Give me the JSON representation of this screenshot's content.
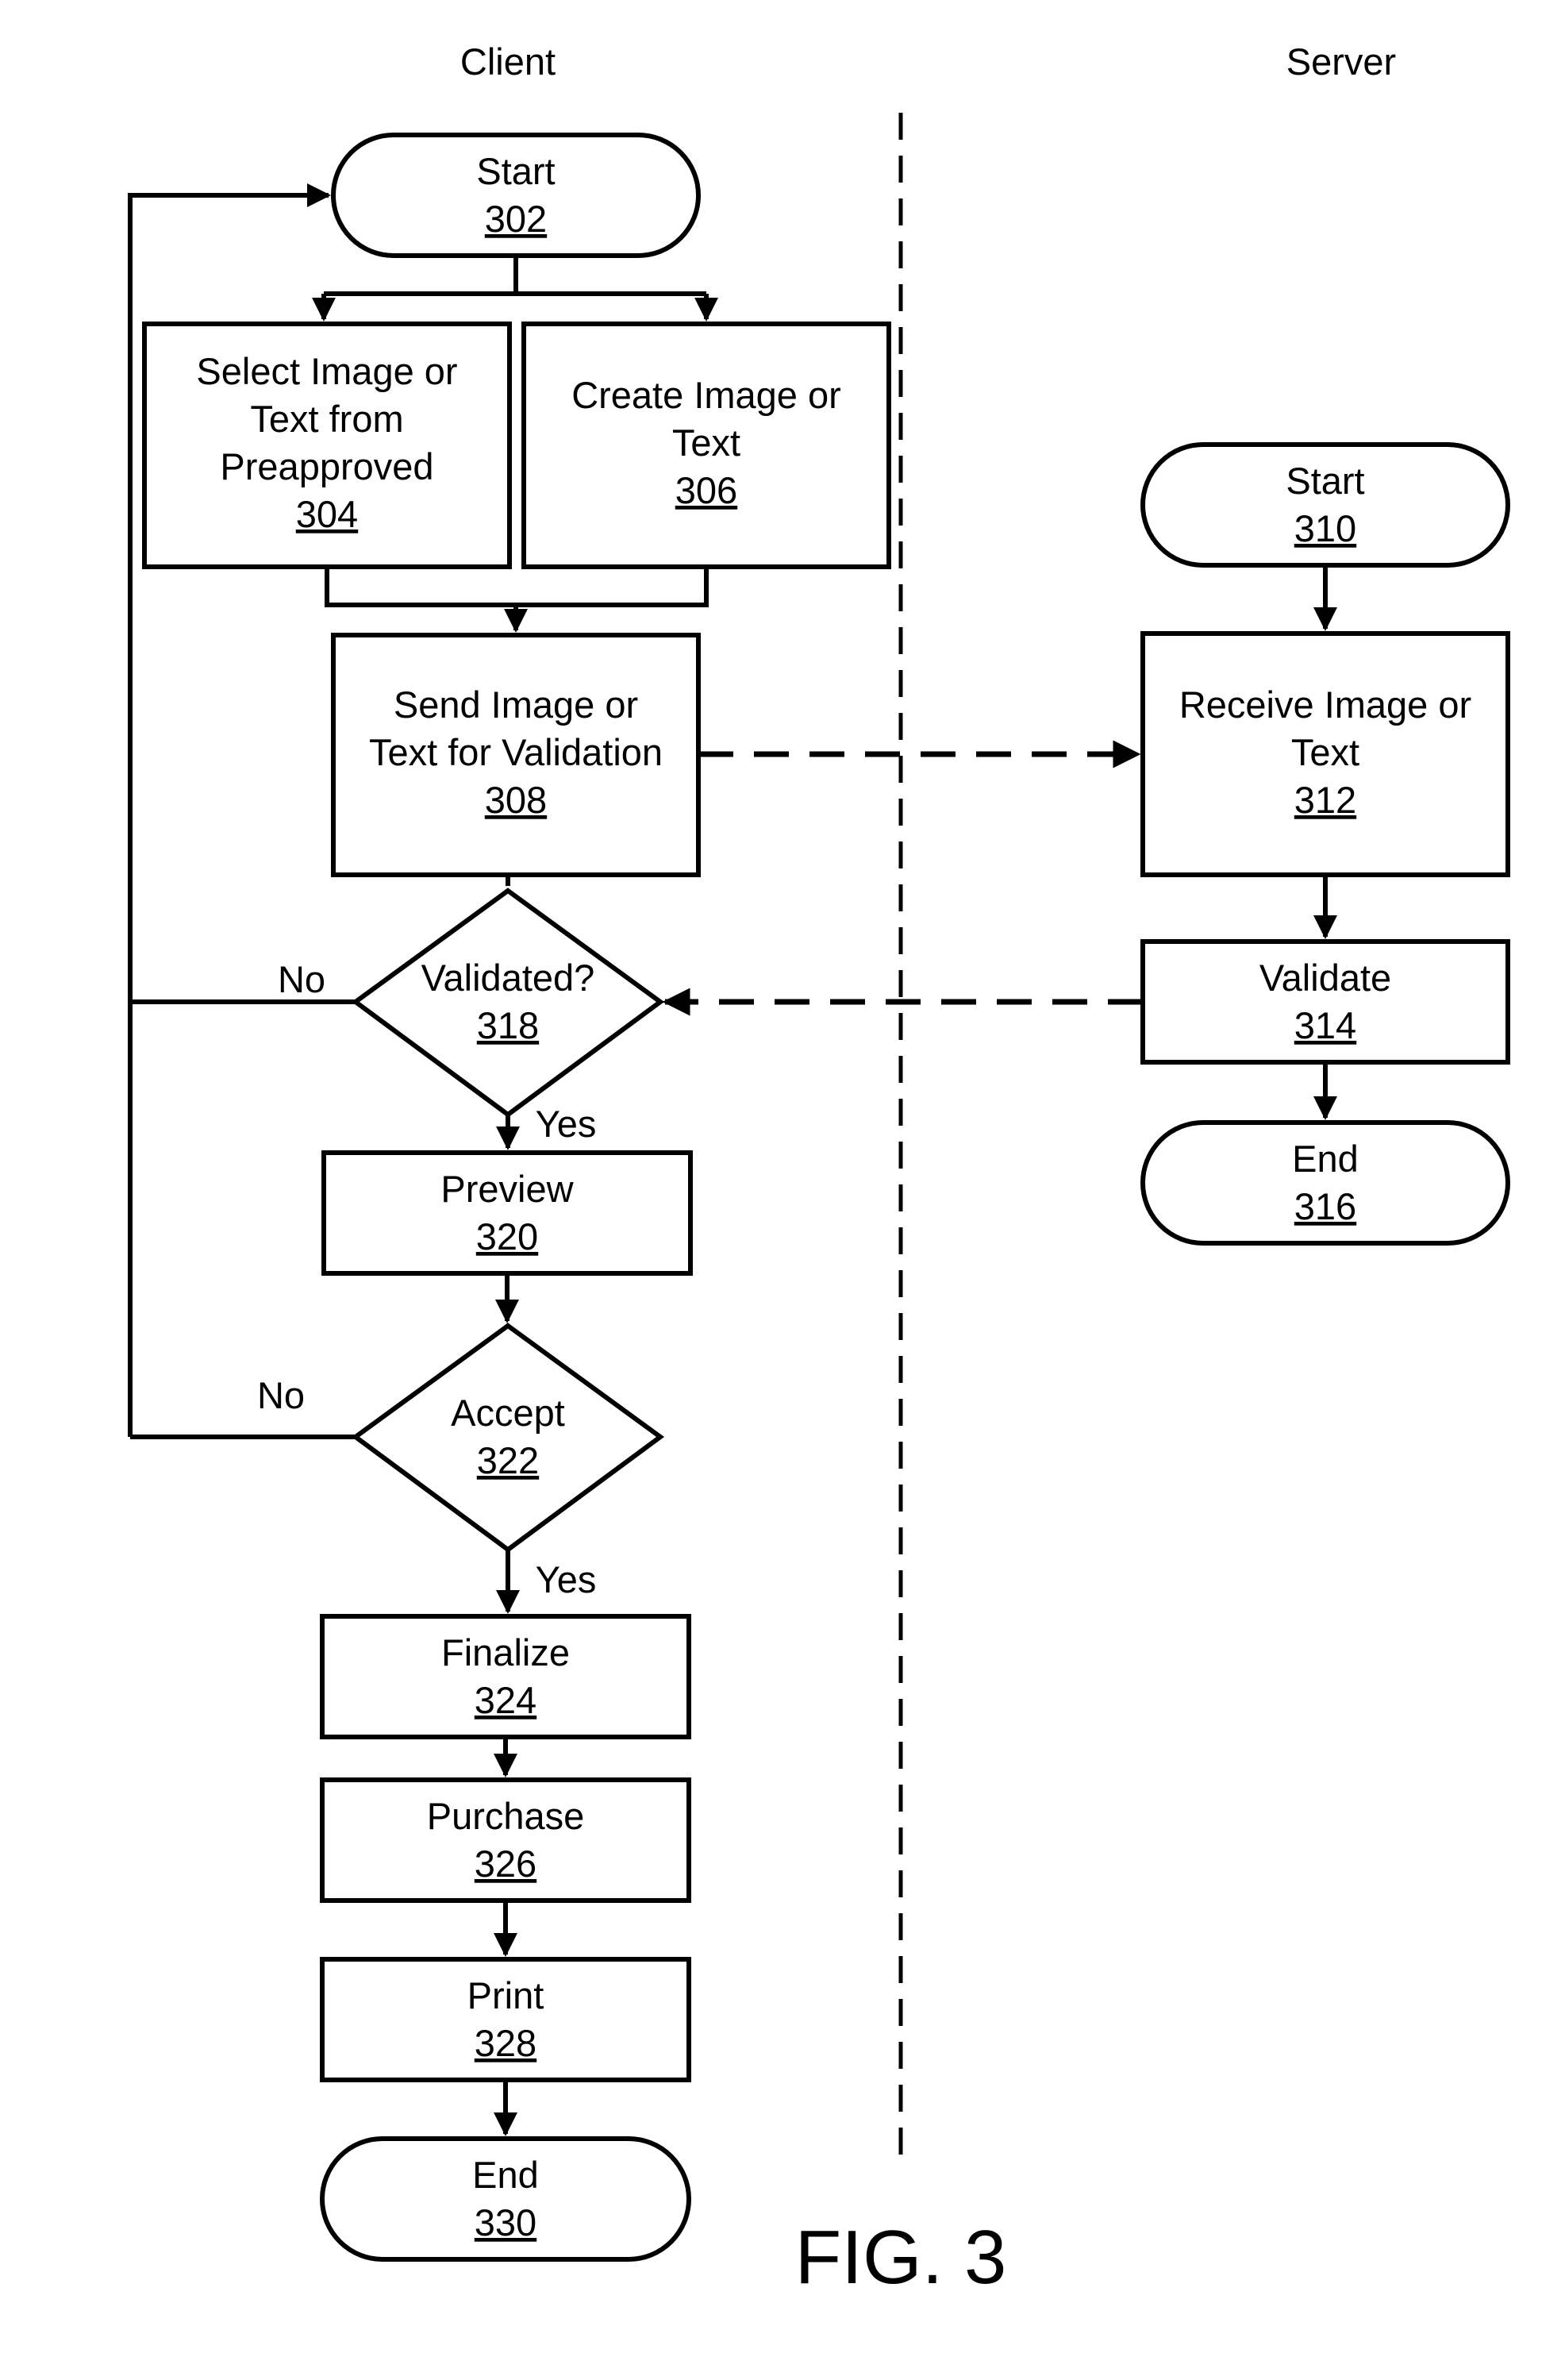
{
  "lanes": {
    "client": "Client",
    "server": "Server"
  },
  "figure_label": "FIG. 3",
  "nodes": {
    "start_302": {
      "lines": [
        "Start"
      ],
      "number": "302"
    },
    "select_304": {
      "lines": [
        "Select Image or",
        "Text from",
        "Preapproved"
      ],
      "number": "304"
    },
    "create_306": {
      "lines": [
        "Create Image or",
        "Text"
      ],
      "number": "306"
    },
    "send_308": {
      "lines": [
        "Send Image or",
        "Text for Validation"
      ],
      "number": "308"
    },
    "validated_318": {
      "lines": [
        "Validated?"
      ],
      "number": "318"
    },
    "preview_320": {
      "lines": [
        "Preview"
      ],
      "number": "320"
    },
    "accept_322": {
      "lines": [
        "Accept"
      ],
      "number": "322"
    },
    "finalize_324": {
      "lines": [
        "Finalize"
      ],
      "number": "324"
    },
    "purchase_326": {
      "lines": [
        "Purchase"
      ],
      "number": "326"
    },
    "print_328": {
      "lines": [
        "Print"
      ],
      "number": "328"
    },
    "end_330": {
      "lines": [
        "End"
      ],
      "number": "330"
    },
    "start_310": {
      "lines": [
        "Start"
      ],
      "number": "310"
    },
    "receive_312": {
      "lines": [
        "Receive Image or",
        "Text"
      ],
      "number": "312"
    },
    "validate_314": {
      "lines": [
        "Validate"
      ],
      "number": "314"
    },
    "end_316": {
      "lines": [
        "End"
      ],
      "number": "316"
    }
  },
  "edge_labels": {
    "no_318": "No",
    "yes_318": "Yes",
    "no_322": "No",
    "yes_322": "Yes"
  }
}
